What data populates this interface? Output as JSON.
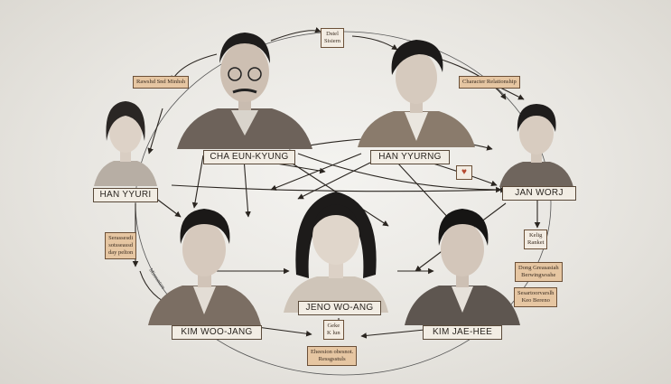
{
  "characters": [
    {
      "key": "cha",
      "name": "CHA EUN-KYUNG"
    },
    {
      "key": "hanyu",
      "name": "HAN YYURNG"
    },
    {
      "key": "hanyyuri",
      "name": "HAN YYURI"
    },
    {
      "key": "jan",
      "name": "JAN WORJ"
    },
    {
      "key": "jeno",
      "name": "JENO WO-ANG"
    },
    {
      "key": "kimwoo",
      "name": "KIM WOO-JANG"
    },
    {
      "key": "kimjae",
      "name": "KIM JAE-HEE"
    }
  ],
  "notes": {
    "top_center": "Dstel\nSisiern",
    "top_left": "Rawshd Snd Minhsh",
    "top_right": "Character Relationship",
    "left_mid": "Serassesdi\nsotsseassd\nday pelton",
    "left_arrow": "Minrontsre",
    "right_1": "Kelig\nRanket",
    "right_2": "Dong Greasasiah\nBerwingwsshe",
    "right_3": "Sesartoorvarslh\nKeo Bereno",
    "bottom_1": "Geke\nK lun",
    "bottom_2": "Eheesion obesnot.\nRessgsstuls"
  },
  "icons": {
    "relationship": "heart-icon"
  },
  "colors": {
    "note_fill": "#e6c6a2",
    "line": "#2a2520",
    "label_fill": "#f2ede4"
  }
}
